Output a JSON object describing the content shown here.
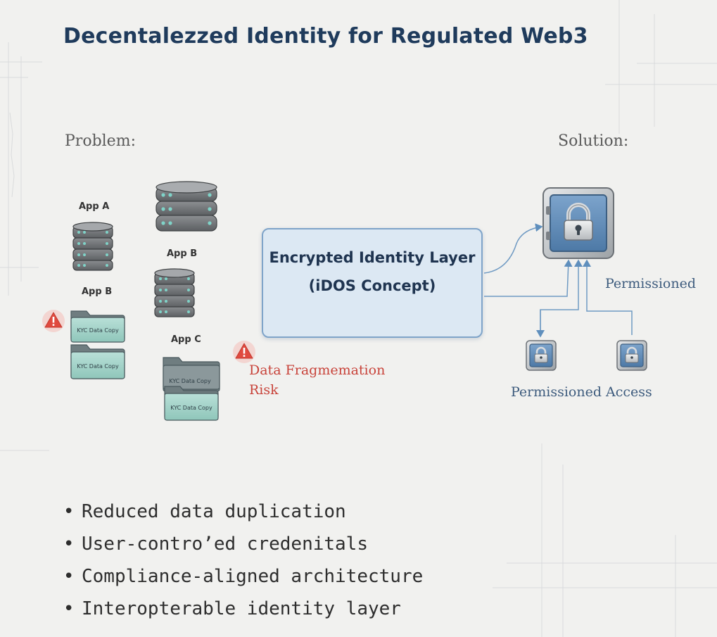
{
  "title": "Decentalezzed Identity for Regulated Web3",
  "problem": {
    "heading": "Problem:",
    "apps": {
      "app_a": "App A",
      "app_b_left": "App B",
      "app_b_middle": "App B",
      "app_c": "App C"
    },
    "folder_label": "KYC Data Copy",
    "risk_text_line1": "Data Fragmemation",
    "risk_text_line2": "Risk"
  },
  "center": {
    "line1": "Encrypted Identity Layer",
    "line2": "(iDOS Concept)"
  },
  "solution": {
    "heading": "Solution:",
    "permissioned_label": "Permissioned",
    "permissioned_access_label": "Permissioned Access"
  },
  "bullets": [
    "Reduced data duplication",
    "User-contro’ed credenitals",
    "Compliance-aligned architecture",
    "Interopterable identity layer"
  ],
  "colors": {
    "title": "#1f3b5c",
    "risk": "#c8433a",
    "accent_blue": "#7fa4c9",
    "server": "#6b6e70",
    "folder": "#9fd0c6",
    "warning": "#e04a3f"
  },
  "icons": [
    "server-stack-icon",
    "folder-icon",
    "warning-icon",
    "vault-lock-icon",
    "padlock-icon",
    "arrow-icon"
  ]
}
